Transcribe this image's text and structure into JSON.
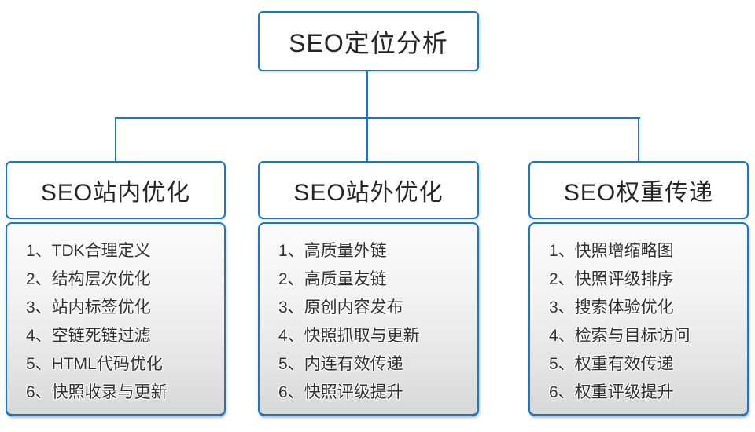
{
  "diagram": {
    "title": "SEO定位分析",
    "accent_color": "#1b76c4",
    "text_color": "#303030",
    "columns": [
      {
        "title": "SEO站内优化",
        "items": [
          "1、TDK合理定义",
          "2、结构层次优化",
          "3、站内标签优化",
          "4、空链死链过滤",
          "5、HTML代码优化",
          "6、快照收录与更新"
        ]
      },
      {
        "title": "SEO站外优化",
        "items": [
          "1、高质量外链",
          "2、高质量友链",
          "3、原创内容发布",
          "4、快照抓取与更新",
          "5、内连有效传递",
          "6、快照评级提升"
        ]
      },
      {
        "title": "SEO权重传递",
        "items": [
          "1、快照增缩略图",
          "2、快照评级排序",
          "3、搜索体验优化",
          "4、检索与目标访问",
          "5、权重有效传递",
          "6、权重评级提升"
        ]
      }
    ]
  }
}
